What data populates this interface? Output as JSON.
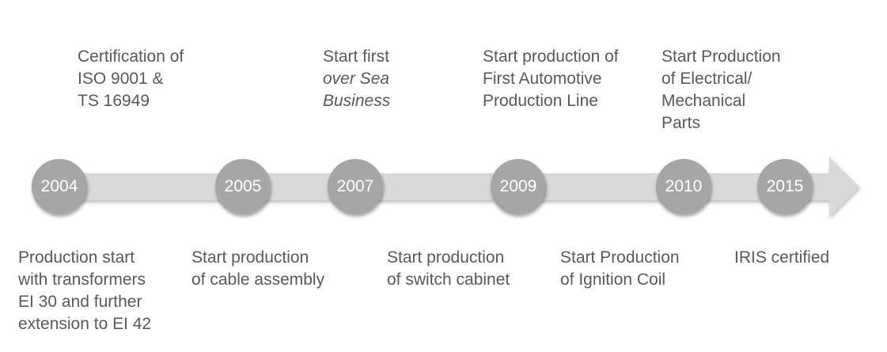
{
  "timeline": {
    "colors": {
      "arrow": "#d9d9d9",
      "circle": "#a6a6a6",
      "circle_text": "#ffffff",
      "caption_text": "#595959"
    },
    "milestones": [
      {
        "year": "2004",
        "caption": [
          "Production start",
          "with transformers",
          "EI 30 and further",
          "extension to EI 42"
        ]
      },
      {
        "year": "2005",
        "caption": [
          "Start production",
          "of cable assembly"
        ]
      },
      {
        "year": "2007",
        "caption": [
          "Start first",
          "over Sea",
          "Business"
        ]
      },
      {
        "year": "2009",
        "caption": [
          "Start production",
          "of switch cabinet"
        ]
      },
      {
        "year": "2010",
        "caption": [
          "Start Production",
          "of Ignition Coil"
        ]
      },
      {
        "year": "2015",
        "caption": [
          "IRIS certified"
        ]
      }
    ],
    "top_notes": [
      {
        "lines": [
          "Certification of",
          "ISO 9001 &",
          "TS 16949"
        ]
      },
      {
        "lines": [
          "Start first",
          "over Sea",
          "Business"
        ]
      },
      {
        "lines": [
          "Start production of",
          "First Automotive",
          "Production Line"
        ]
      },
      {
        "lines": [
          "Start Production",
          "of Electrical/",
          "Mechanical",
          "Parts"
        ]
      }
    ],
    "bottom_notes": [
      {
        "lines": [
          "Production start",
          "with transformers",
          "EI 30 and further",
          "extension to EI 42"
        ]
      },
      {
        "lines": [
          "Start production",
          "of cable assembly"
        ]
      },
      {
        "lines": [
          "Start production",
          "of switch cabinet"
        ]
      },
      {
        "lines": [
          "Start Production",
          "of Ignition Coil"
        ]
      },
      {
        "lines": [
          "IRIS certified"
        ]
      }
    ]
  }
}
